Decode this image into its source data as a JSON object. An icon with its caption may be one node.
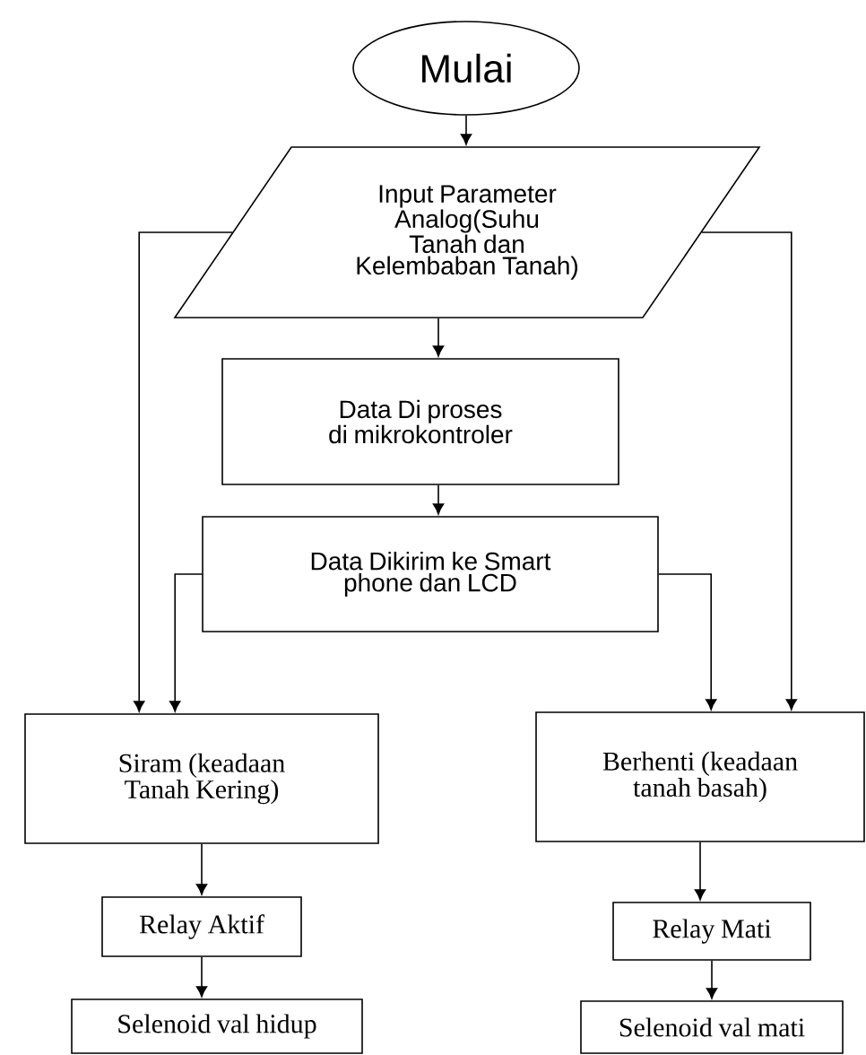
{
  "diagram": {
    "nodes": [
      {
        "text": [
          "Mulai"
        ]
      },
      {
        "text": [
          "Input Parameter Analog(Suhu Tanah dan Kelembaban Tanah)"
        ]
      },
      {
        "text": [
          "Data Di proses di mikrokontroler"
        ]
      },
      {
        "text": [
          "Data Dikirim ke Smart phone dan LCD"
        ]
      },
      {
        "text": [
          "Siram (keadaan Tanah Kering)"
        ]
      },
      {
        "text": [
          "Berhenti (keadaan tanah basah)"
        ]
      },
      {
        "text": [
          "Relay Aktif"
        ]
      },
      {
        "text": [
          "Relay Mati"
        ]
      },
      {
        "text": [
          "Selenoid val hidup"
        ]
      },
      {
        "text": [
          "Selenoid val mati"
        ]
      }
    ],
    "edges": [
      {
        "from": 0,
        "to": 1,
        "arrow": "to"
      },
      {
        "from": 1,
        "to": 2,
        "arrow": "to"
      },
      {
        "from": 2,
        "to": 3,
        "arrow": "to"
      },
      {
        "from": 1,
        "to": 4,
        "arrow": "to"
      },
      {
        "from": 1,
        "to": 5,
        "arrow": "to"
      },
      {
        "from": 3,
        "to": 4,
        "arrow": "to"
      },
      {
        "from": 3,
        "to": 5,
        "arrow": "to"
      },
      {
        "from": 4,
        "to": 6,
        "arrow": "to"
      },
      {
        "from": 6,
        "to": 8,
        "arrow": "to"
      },
      {
        "from": 5,
        "to": 7,
        "arrow": "to"
      },
      {
        "from": 7,
        "to": 9,
        "arrow": "to"
      }
    ]
  }
}
